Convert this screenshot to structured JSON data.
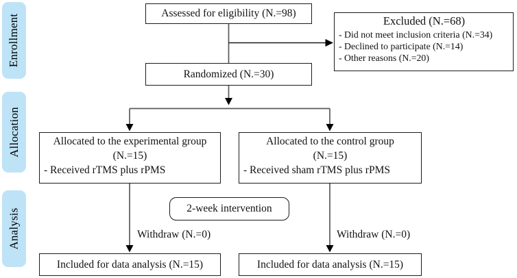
{
  "palette": {
    "stage_fill": "#bee3f7",
    "line_gray": "#595959",
    "arrow_black": "#000000",
    "box_border": "#1a1a1a"
  },
  "sidebar": {
    "stages": [
      {
        "label": "Enrollment"
      },
      {
        "label": "Allocation"
      },
      {
        "label": "Analysis"
      }
    ]
  },
  "flow": {
    "assessed": {
      "text": "Assessed for eligibility (N.=98)"
    },
    "excluded": {
      "title": "Excluded (N.=68)",
      "reasons": [
        "- Did not meet inclusion criteria (N.=34)",
        "- Declined to participate (N.=14)",
        "- Other reasons (N.=20)"
      ]
    },
    "randomized": {
      "text": "Randomized (N.=30)"
    },
    "experimental": {
      "line1": "Allocated to the experimental group",
      "line2": "(N.=15)",
      "line3": "- Received rTMS plus rPMS"
    },
    "control": {
      "line1": "Allocated to the control group",
      "line2": "(N.=15)",
      "line3": "- Received sham rTMS plus rPMS"
    },
    "intervention": {
      "text": "2-week intervention"
    },
    "withdraw_left": {
      "text": "Withdraw (N.=0)"
    },
    "withdraw_right": {
      "text": "Withdraw (N.=0)"
    },
    "included_left": {
      "text": "Included for data analysis (N.=15)"
    },
    "included_right": {
      "text": "Included for data analysis (N.=15)"
    }
  }
}
